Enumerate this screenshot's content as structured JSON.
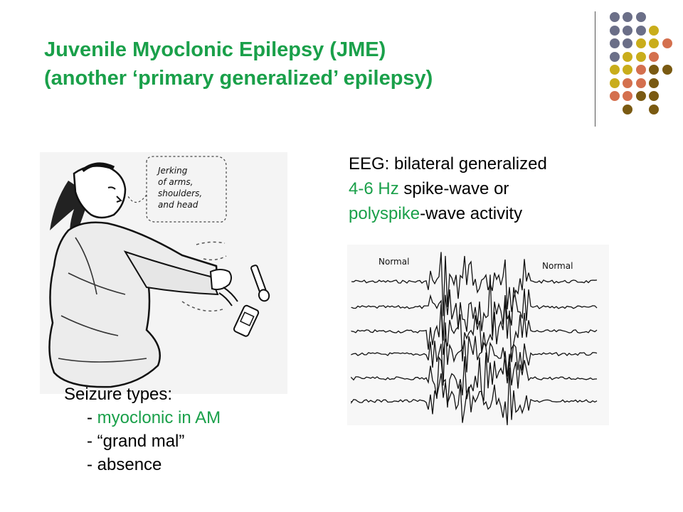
{
  "colors": {
    "accent_green": "#1aa04a",
    "dot_slate": "#6b6f88",
    "dot_gold": "#c9ad1b",
    "dot_coral": "#d4704e",
    "dot_brown": "#7a5a12"
  },
  "title": {
    "line1": "Juvenile Myoclonic Epilepsy (JME)",
    "line2": "(another ‘primary generalized’ epilepsy)"
  },
  "illustration": {
    "caption_line1": "Jerking",
    "caption_line2": "of arms,",
    "caption_line3": "shoulders,",
    "caption_line4": "and head"
  },
  "eeg": {
    "line1": "EEG:  bilateral generalized",
    "line2_highlight": "4-6 Hz",
    "line2_rest": " spike-wave or",
    "line3_highlight": "polyspike",
    "line3_rest": "-wave activity",
    "figure_label_left": "Normal",
    "figure_label_right": "Normal"
  },
  "seizure": {
    "heading": "Seizure types:",
    "item1_prefix": "- ",
    "item1_highlight": "myoclonic in AM",
    "item2": "- “grand mal”",
    "item3": "-  absence"
  }
}
